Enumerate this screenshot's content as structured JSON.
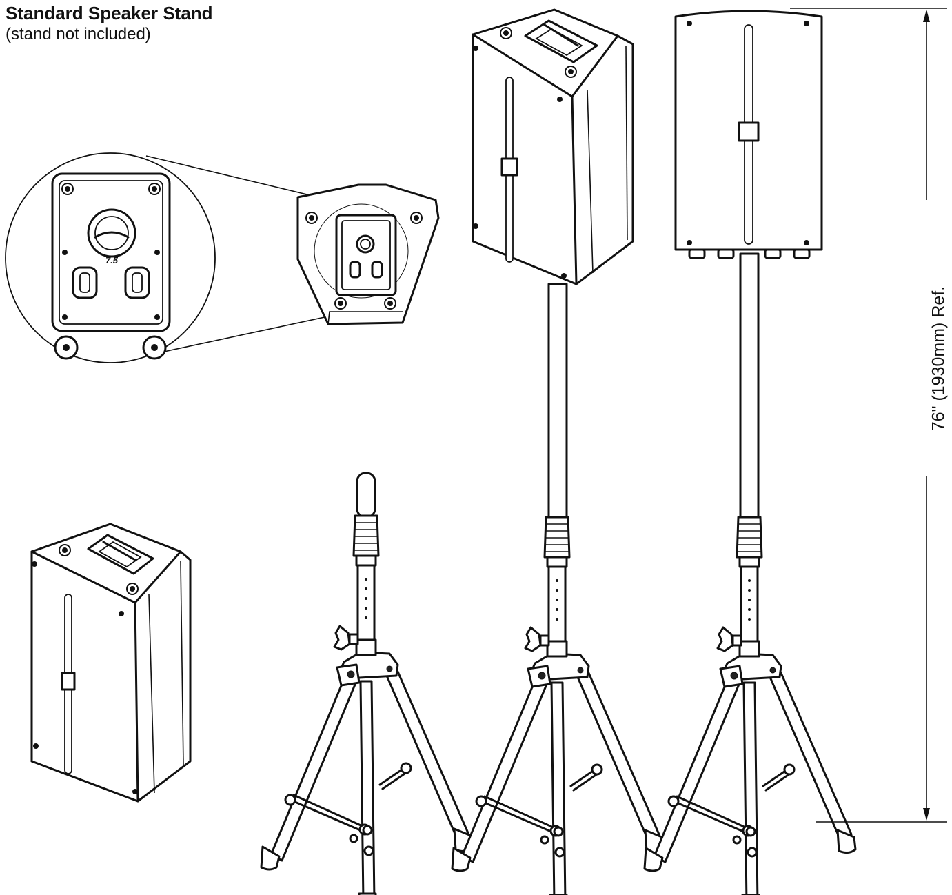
{
  "title": "Standard Speaker Stand",
  "subtitle": "(stand not included)",
  "dimension": {
    "label": "76\"   (1930mm)   Ref."
  },
  "bracket_marking": "7.5",
  "colors": {
    "line": "#111111",
    "background": "#ffffff"
  }
}
